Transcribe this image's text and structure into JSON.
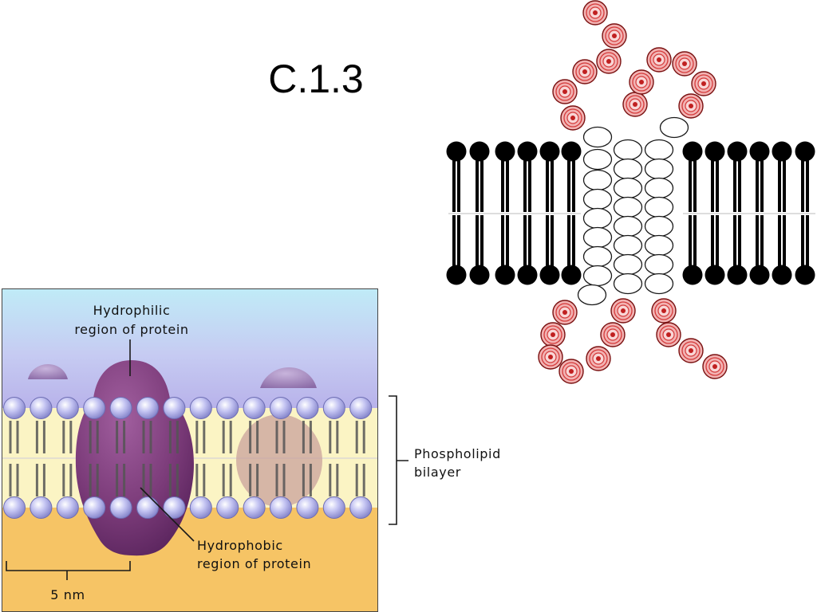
{
  "slide": {
    "title": "C.1.3"
  },
  "membrane_diagram": {
    "hydrophilic_label": {
      "line1": "Hydrophilic",
      "line2": "region of protein"
    },
    "hydrophobic_label": {
      "line1": "Hydrophobic",
      "line2": "region of protein"
    },
    "bilayer_label": {
      "line1": "Phospholipid",
      "line2": "bilayer"
    },
    "scale_bar_label": "5 nm"
  },
  "colors": {
    "protein": "#7a3a78",
    "faded_protein": "#c9a29c",
    "surface_protein": "#9a86b8",
    "lipid_head_stroke": "#6e6eb4",
    "lipid_tail": "#555555",
    "tail_region": "#fbf4c4",
    "cytoplasm": "#f6c465",
    "bilayer_lipid": "#000000",
    "helix_residue": "#ffffff",
    "loop_residue": "#d43a3a",
    "loop_residue_fill": "#f2b3b3"
  }
}
